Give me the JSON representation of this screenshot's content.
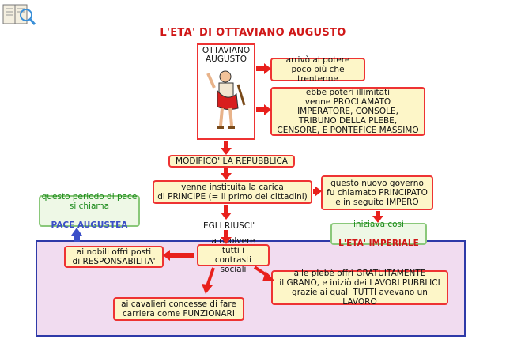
{
  "title": "L'ETA' DI OTTAVIANO AUGUSTO",
  "portrait_label": "OTTAVIANO\nAUGUSTO",
  "boxes": {
    "potere": "arrivò al potere\npoco più che trentenne",
    "poteri": "ebbe poteri illimitati\nvenne PROCLAMATO\nIMPERATORE, CONSOLE,\nTRIBUNO DELLA PLEBE,\nCENSORE, E PONTEFICE MASSIMO",
    "repubblica": "MODIFICO' LA REPUBBLICA",
    "principe": "venne instituita la carica\ndi PRINCIPE (= il primo dei cittadini)",
    "governo": "questo nuovo governo\nfu chiamato PRINCIPATO\ne in seguito IMPERO",
    "contrasti": "a risolvere tutti i\ncontrasti sociali",
    "nobili": "ai nobili offrì posti\ndi RESPONSABILITA'",
    "plebe": "alle plebè offrì GRATUITAMENTE\nil GRANO, e iniziò dei LAVORI PUBBLICI\ngrazie ai quali TUTTI avevano un LAVORO",
    "cavalieri": "ai cavalieri concesse di fare\ncarriera come FUNZIONARI"
  },
  "egli_riusci": "EGLI RIUSCI'",
  "pace": {
    "line1": "questo periodo di pace\nsi chiama",
    "line2": "PACE AUGUSTEA"
  },
  "imperiale": {
    "line1": "iniziava così",
    "line2": "L'ETA' IMPERIALE"
  },
  "colors": {
    "arrow_red": "#e8201c",
    "arrow_blue": "#3b4fc8",
    "title_red": "#d01818",
    "green_text": "#1a8a1a",
    "panel_fill": "#f1dcf0",
    "panel_border": "#2e3aa8",
    "box_fill": "#fdf6c8"
  },
  "icons": [
    "book-icon"
  ]
}
